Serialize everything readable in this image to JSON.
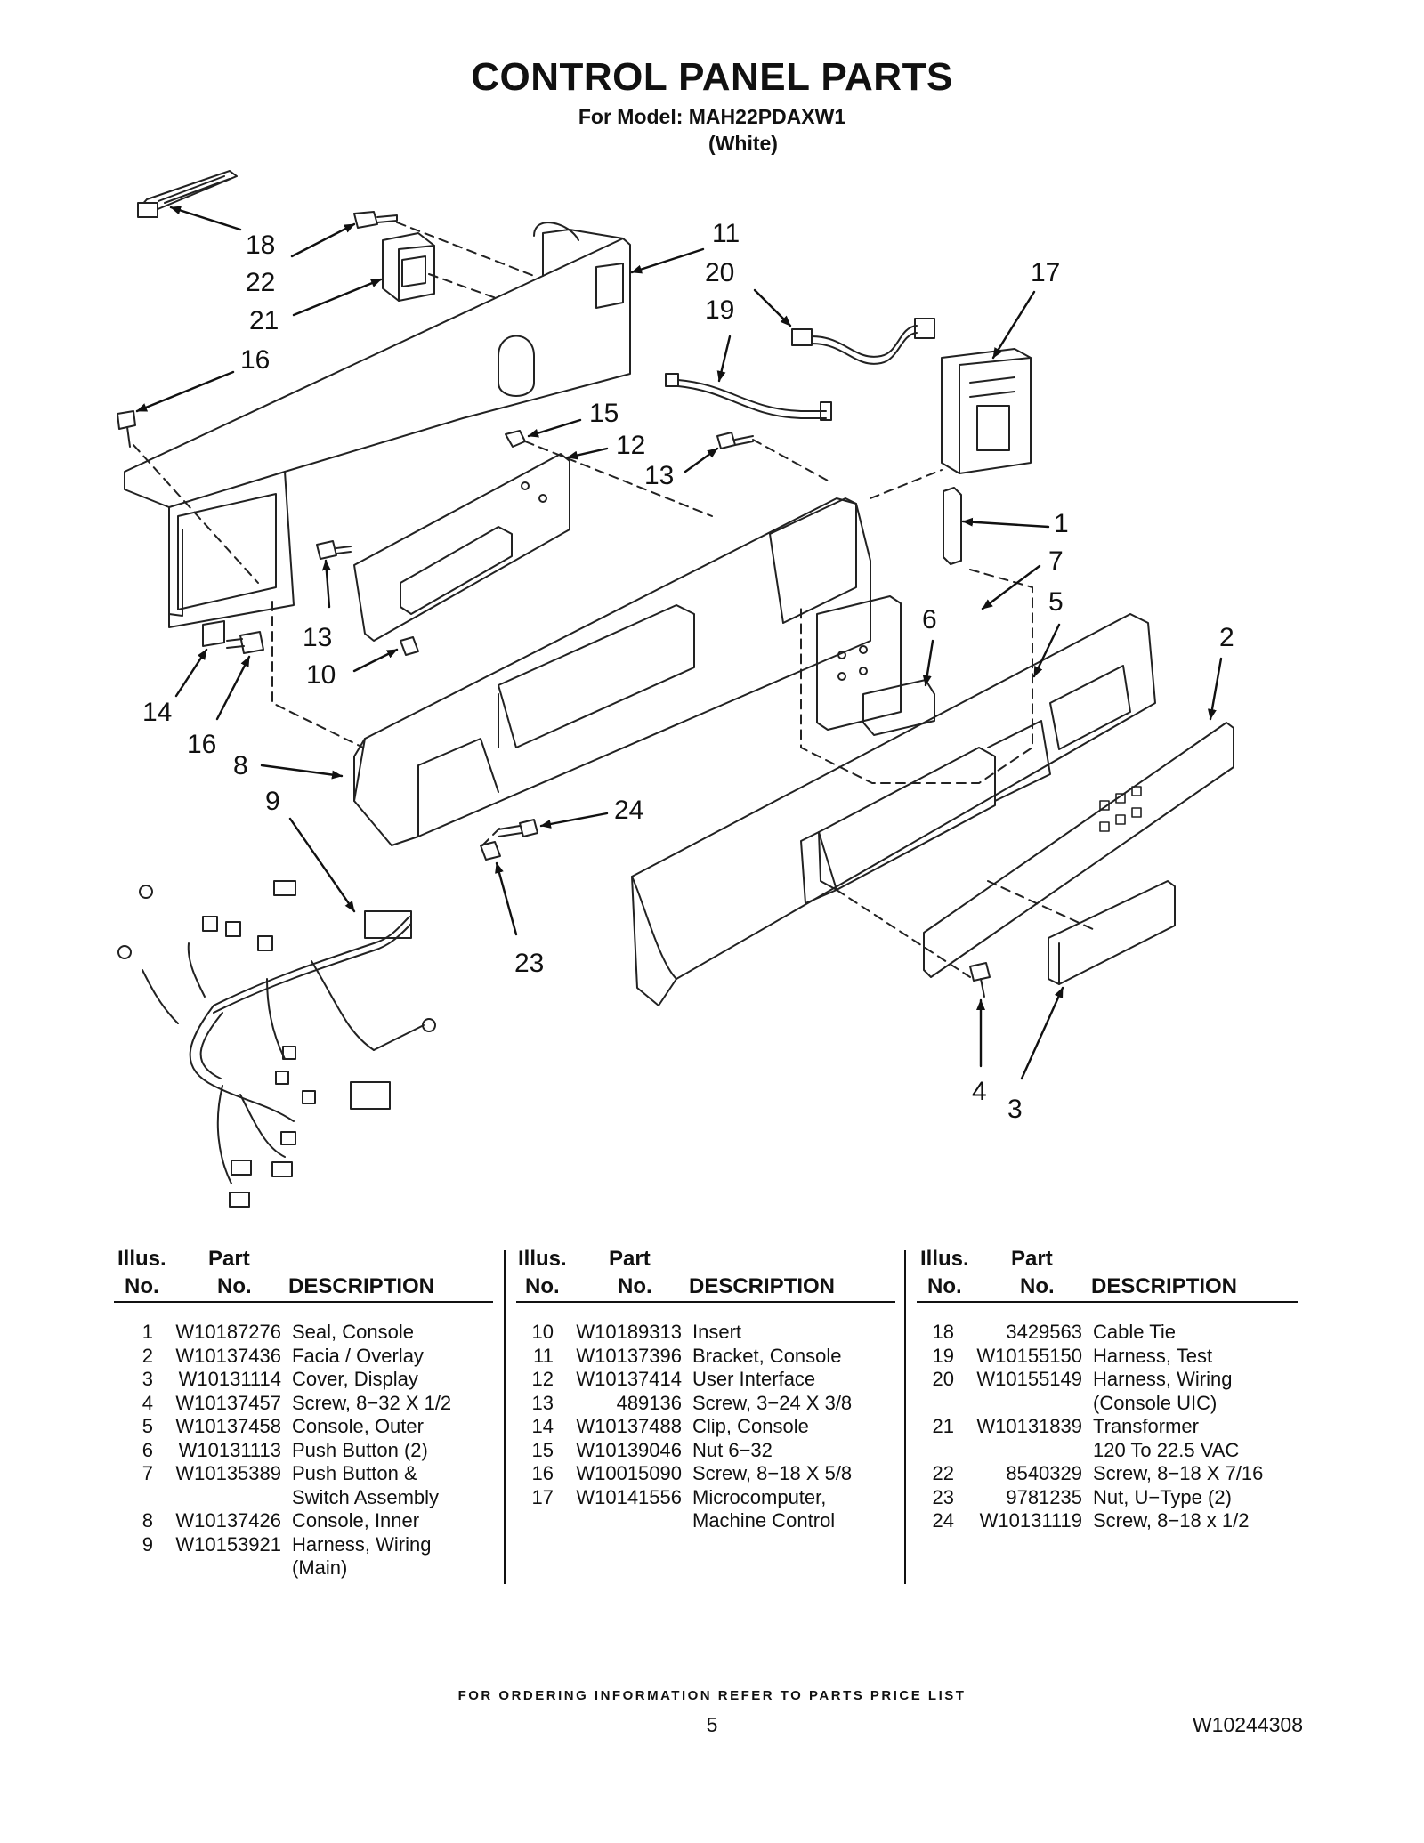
{
  "title": "CONTROL PANEL PARTS",
  "subtitle": "For Model: MAH22PDAXW1",
  "model_color": "(White)",
  "callouts": [
    "18",
    "22",
    "21",
    "16",
    "11",
    "20",
    "19",
    "17",
    "15",
    "12",
    "13",
    "1",
    "7",
    "5",
    "6",
    "2",
    "13",
    "10",
    "14",
    "16",
    "8",
    "9",
    "24",
    "23",
    "4",
    "3"
  ],
  "table_headers": {
    "illus_line1": "Illus.",
    "illus_line2": "No.",
    "part_line1": "Part",
    "part_line2": "No.",
    "description": "DESCRIPTION"
  },
  "parts_columns": [
    [
      {
        "no": "1",
        "part": "W10187276",
        "desc": "Seal, Console"
      },
      {
        "no": "2",
        "part": "W10137436",
        "desc": "Facia / Overlay"
      },
      {
        "no": "3",
        "part": "W10131114",
        "desc": "Cover, Display"
      },
      {
        "no": "4",
        "part": "W10137457",
        "desc": "Screw, 8−32 X 1/2"
      },
      {
        "no": "5",
        "part": "W10137458",
        "desc": "Console, Outer"
      },
      {
        "no": "6",
        "part": "W10131113",
        "desc": "Push Button (2)"
      },
      {
        "no": "7",
        "part": "W10135389",
        "desc": "Push Button &"
      },
      {
        "no": "",
        "part": "",
        "desc": "Switch Assembly"
      },
      {
        "no": "8",
        "part": "W10137426",
        "desc": "Console, Inner"
      },
      {
        "no": "9",
        "part": "W10153921",
        "desc": "Harness, Wiring"
      },
      {
        "no": "",
        "part": "",
        "desc": "(Main)"
      }
    ],
    [
      {
        "no": "10",
        "part": "W10189313",
        "desc": "Insert"
      },
      {
        "no": "11",
        "part": "W10137396",
        "desc": "Bracket, Console"
      },
      {
        "no": "12",
        "part": "W10137414",
        "desc": "User Interface"
      },
      {
        "no": "13",
        "part": "489136",
        "desc": "Screw, 3−24 X 3/8"
      },
      {
        "no": "14",
        "part": "W10137488",
        "desc": "Clip, Console"
      },
      {
        "no": "15",
        "part": "W10139046",
        "desc": "Nut 6−32"
      },
      {
        "no": "16",
        "part": "W10015090",
        "desc": "Screw, 8−18 X 5/8"
      },
      {
        "no": "17",
        "part": "W10141556",
        "desc": "Microcomputer,"
      },
      {
        "no": "",
        "part": "",
        "desc": "Machine Control"
      }
    ],
    [
      {
        "no": "18",
        "part": "3429563",
        "desc": "Cable Tie"
      },
      {
        "no": "19",
        "part": "W10155150",
        "desc": "Harness, Test"
      },
      {
        "no": "20",
        "part": "W10155149",
        "desc": "Harness, Wiring"
      },
      {
        "no": "",
        "part": "",
        "desc": "(Console UIC)"
      },
      {
        "no": "21",
        "part": "W10131839",
        "desc": "Transformer"
      },
      {
        "no": "",
        "part": "",
        "desc": "120 To 22.5 VAC"
      },
      {
        "no": "22",
        "part": "8540329",
        "desc": "Screw, 8−18 X 7/16"
      },
      {
        "no": "23",
        "part": "9781235",
        "desc": "Nut, U−Type (2)"
      },
      {
        "no": "24",
        "part": "W10131119",
        "desc": "Screw, 8−18 x 1/2"
      }
    ]
  ],
  "footer_note": "FOR ORDERING INFORMATION REFER TO PARTS PRICE LIST",
  "page_number": "5",
  "document_number": "W10244308"
}
